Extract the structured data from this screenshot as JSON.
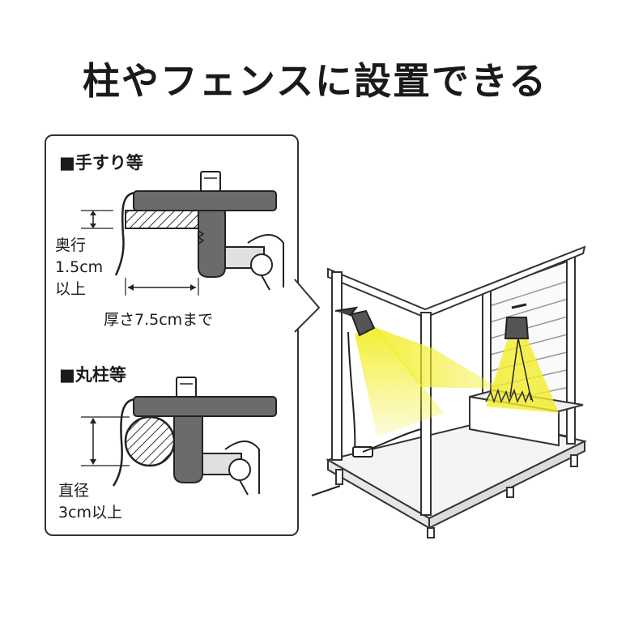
{
  "title": "柱やフェンスに設置できる",
  "sections": [
    {
      "heading": "■手すり等",
      "depth_label": "奥行\n1.5cm\n以上",
      "thickness_label": "厚さ7.5cmまで"
    },
    {
      "heading": "■丸柱等",
      "diameter_label": "直径\n3cm以上"
    }
  ],
  "colors": {
    "clamp_gray": "#6b6b6b",
    "light_yellow": "#f2ee2a",
    "outline": "#333333"
  }
}
